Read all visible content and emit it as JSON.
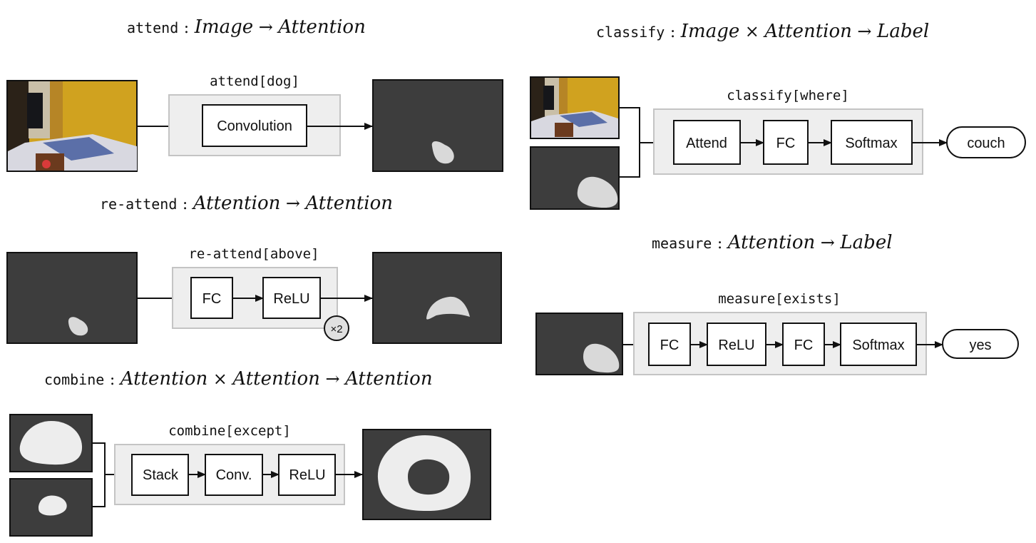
{
  "modules": {
    "attend": {
      "name": "attend",
      "sep": ":",
      "in1": "Image",
      "arrow": "→",
      "out": "Attention",
      "instance": "attend[dog]",
      "layers": [
        "Convolution"
      ]
    },
    "reattend": {
      "name": "re-attend",
      "sep": ":",
      "in1": "Attention",
      "arrow": "→",
      "out": "Attention",
      "instance": "re-attend[above]",
      "layers": [
        "FC",
        "ReLU"
      ],
      "repeat": "×2"
    },
    "combine": {
      "name": "combine",
      "sep": ":",
      "in1": "Attention",
      "times": "×",
      "in2": "Attention",
      "arrow": "→",
      "out": "Attention",
      "instance": "combine[except]",
      "layers": [
        "Stack",
        "Conv.",
        "ReLU"
      ]
    },
    "classify": {
      "name": "classify",
      "sep": ":",
      "in1": "Image",
      "times": "×",
      "in2": "Attention",
      "arrow": "→",
      "out": "Label",
      "instance": "classify[where]",
      "layers": [
        "Attend",
        "FC",
        "Softmax"
      ],
      "output": "couch"
    },
    "measure": {
      "name": "measure",
      "sep": ":",
      "in1": "Attention",
      "arrow": "→",
      "out": "Label",
      "instance": "measure[exists]",
      "layers": [
        "FC",
        "ReLU",
        "FC",
        "Softmax"
      ],
      "output": "yes"
    }
  },
  "colors": {
    "attention_map_bg": "#3d3d3d",
    "attention_blob": "#d9d9d9",
    "module_box_fill": "#eeeeee",
    "module_box_stroke": "#c4c4c4",
    "photo_wall": "#d0a21f"
  }
}
